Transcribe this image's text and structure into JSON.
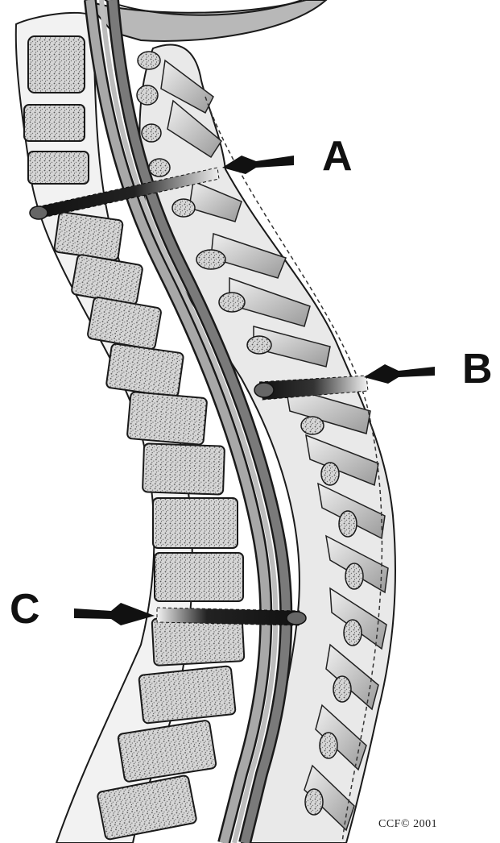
{
  "labels": {
    "a": "A",
    "b": "B",
    "c": "C"
  },
  "copyright": "CCF© 2001",
  "colors": {
    "outline": "#1a1a1a",
    "bone": "#e4e4e4",
    "disc": "#bdbdbd",
    "cord": "#7a7a7a",
    "canal": "#a8a8a8",
    "background": "#ffffff"
  },
  "icons": [
    "arrow-icon",
    "arrow-icon",
    "arrow-icon"
  ]
}
